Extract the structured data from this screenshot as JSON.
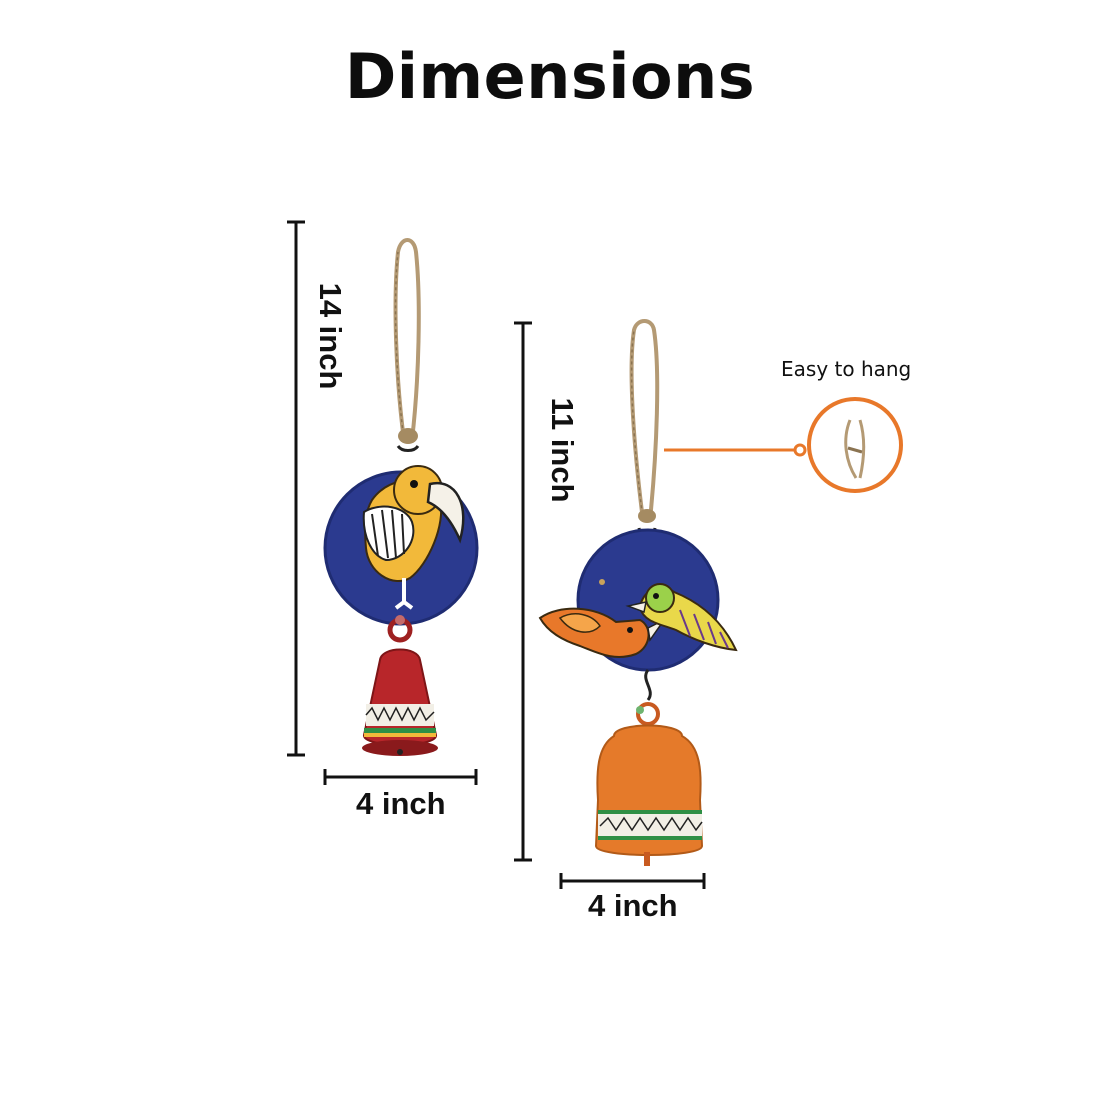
{
  "title": "Dimensions",
  "items": [
    {
      "name": "hornbill-bell",
      "height_label": "14 inch",
      "width_label": "4 inch"
    },
    {
      "name": "birds-bell",
      "height_label": "11 inch",
      "width_label": "4 inch"
    }
  ],
  "callout": {
    "label": "Easy to hang",
    "accent_color": "#e8782a"
  },
  "colors": {
    "disc_blue": "#2b3a8f",
    "bell_red": "#b8262a",
    "bell_orange": "#e57a2a",
    "bird_yellow": "#f2b93a",
    "jute": "#b49a74"
  }
}
